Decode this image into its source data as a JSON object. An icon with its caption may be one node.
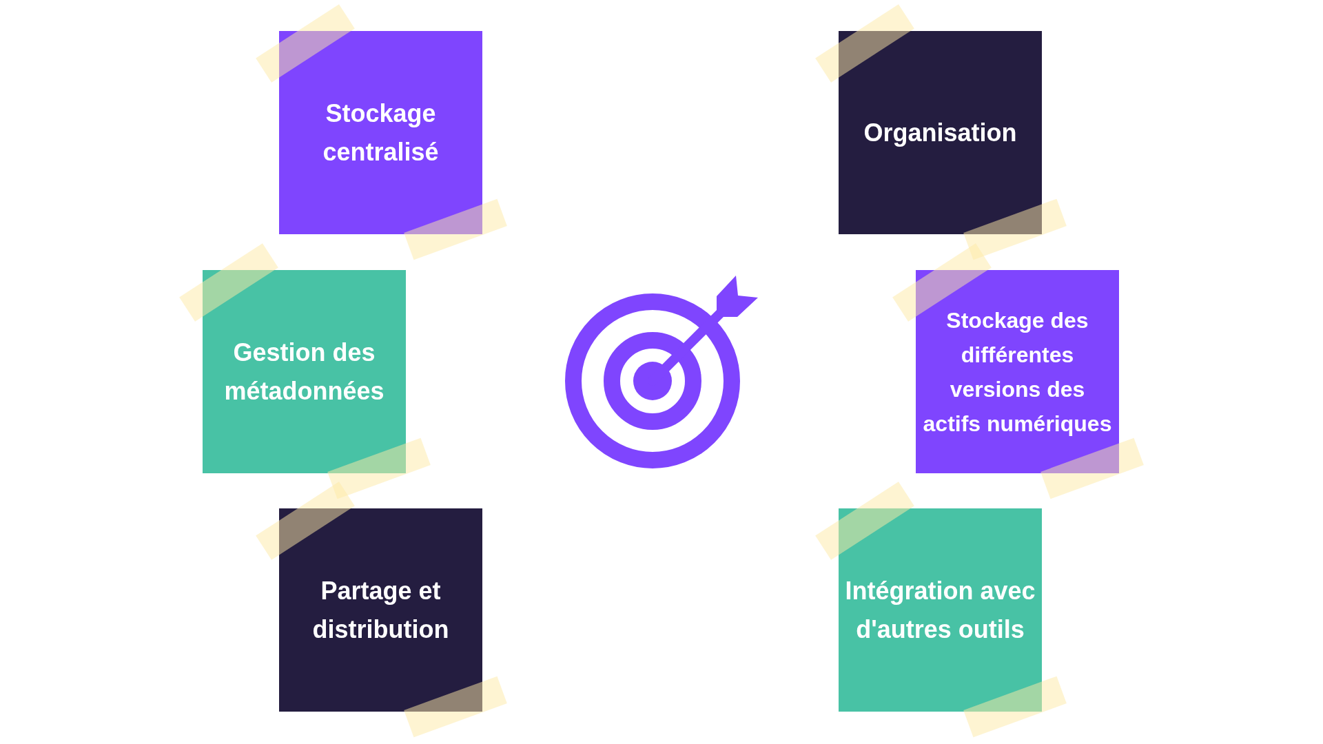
{
  "diagram": {
    "nodes": [
      {
        "text": [
          "Stockage centralisé"
        ]
      },
      {
        "text": [
          "Organisation"
        ]
      },
      {
        "text": [
          "Gestion des métadonnées"
        ]
      },
      {
        "text": [
          "Stockage des différentes versions des actifs numériques"
        ]
      },
      {
        "text": [
          "Partage et distribution"
        ]
      },
      {
        "text": [
          "Intégration avec d'autres outils"
        ]
      }
    ]
  }
}
